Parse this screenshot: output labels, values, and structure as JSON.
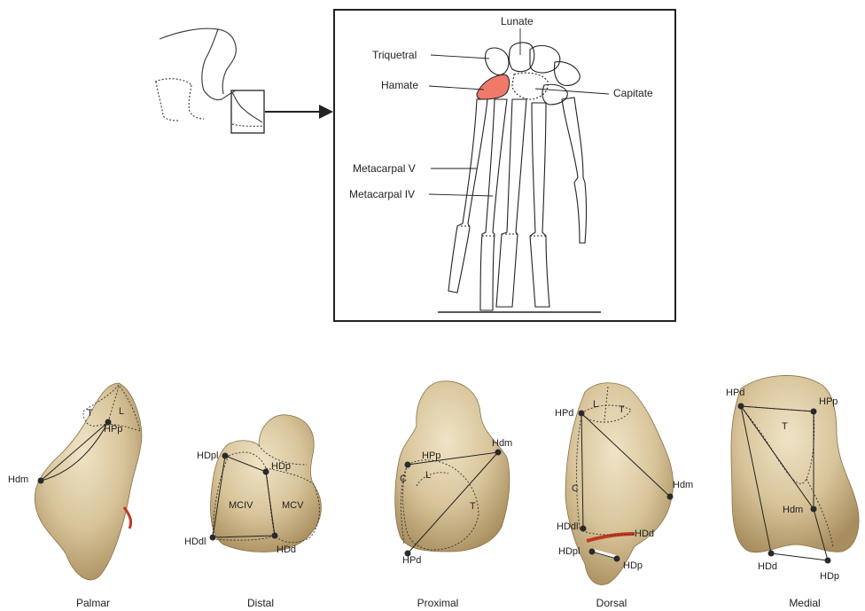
{
  "hand_diagram": {
    "labels": {
      "lunate": "Lunate",
      "triquetral": "Triquetral",
      "hamate": "Hamate",
      "capitate": "Capitate",
      "metacarpal_v": "Metacarpal V",
      "metacarpal_iv": "Metacarpal IV"
    },
    "highlight_color": "#f07a6a"
  },
  "views": [
    {
      "id": "palmar",
      "title": "Palmar",
      "labels": {
        "T": "T",
        "L": "L",
        "HPp": "HPp",
        "Hdm": "Hdm"
      }
    },
    {
      "id": "distal",
      "title": "Distal",
      "labels": {
        "HDpl": "HDpl",
        "HDp": "HDp",
        "MCIV": "MCIV",
        "MCV": "MCV",
        "HDdl": "HDdl",
        "HDd": "HDd"
      }
    },
    {
      "id": "proximal",
      "title": "Proximal",
      "labels": {
        "Hdm": "Hdm",
        "HPp": "HPp",
        "C": "C",
        "L": "L",
        "T": "T",
        "HPd": "HPd"
      }
    },
    {
      "id": "dorsal",
      "title": "Dorsal",
      "labels": {
        "HPd": "HPd",
        "L": "L",
        "T": "T",
        "C": "C",
        "Hdm": "Hdm",
        "HDdl": "HDdl",
        "HDd": "HDd",
        "HDpl": "HDpl",
        "HDp": "HDp"
      }
    },
    {
      "id": "medial",
      "title": "Medial",
      "labels": {
        "HPd": "HPd",
        "HPp": "HPp",
        "T": "T",
        "Hdm": "Hdm",
        "HDd": "HDd",
        "HDp": "HDp"
      }
    }
  ],
  "colors": {
    "bone_fill": "#d8c49a",
    "bone_shadow": "#b99d6a",
    "bone_light": "#ece0bf",
    "stain": "#c0391f",
    "landmark": "#2a2a2a"
  }
}
